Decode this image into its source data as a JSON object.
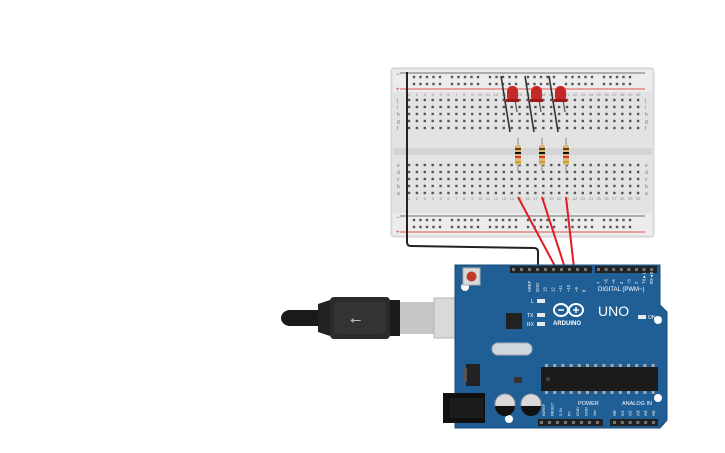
{
  "circuit": {
    "board": {
      "brand_label": "ARDUINO",
      "model_label": "UNO",
      "digital_header_label": "DIGITAL (PWM~)",
      "power_header_label": "POWER",
      "analog_header_label": "ANALOG IN",
      "on_led_label": "ON",
      "l_led_label": "L",
      "tx_label": "TX",
      "rx_label": "RX",
      "aref_label": "AREF",
      "gnd_label": "GND",
      "tx_pin_label": "TX►1",
      "rx_pin_label": "RX◄0",
      "power_pins": [
        "IOREF",
        "RESET",
        "3.3V",
        "5V",
        "GND",
        "GND",
        "Vin"
      ],
      "analog_pins": [
        "A0",
        "A1",
        "A2",
        "A3",
        "A4",
        "A5"
      ],
      "digital_pins": [
        "13",
        "12",
        "~11",
        "~10",
        "~9",
        "8",
        "7",
        "~6",
        "~5",
        "4",
        "~3",
        "2"
      ]
    },
    "breadboard": {
      "row_letters_top": [
        "j",
        "i",
        "h",
        "g",
        "f"
      ],
      "row_letters_bottom": [
        "e",
        "d",
        "c",
        "b",
        "a"
      ],
      "column_numbers": [
        "1",
        "2",
        "3",
        "4",
        "5",
        "6",
        "7",
        "8",
        "9",
        "10",
        "11",
        "12",
        "13",
        "14",
        "15",
        "16",
        "17",
        "18",
        "19",
        "20",
        "21",
        "22",
        "23",
        "24",
        "25",
        "26",
        "27",
        "28",
        "29",
        "30"
      ],
      "rail_plus": "+",
      "rail_minus": "−"
    },
    "components": {
      "led_color": "#c62828",
      "resistor_count": 3,
      "led_count": 3
    },
    "colors": {
      "board_blue": "#1f5f95",
      "wire_red": "#e01b24",
      "wire_black": "#222222",
      "breadboard": "#e6e6e6"
    }
  }
}
